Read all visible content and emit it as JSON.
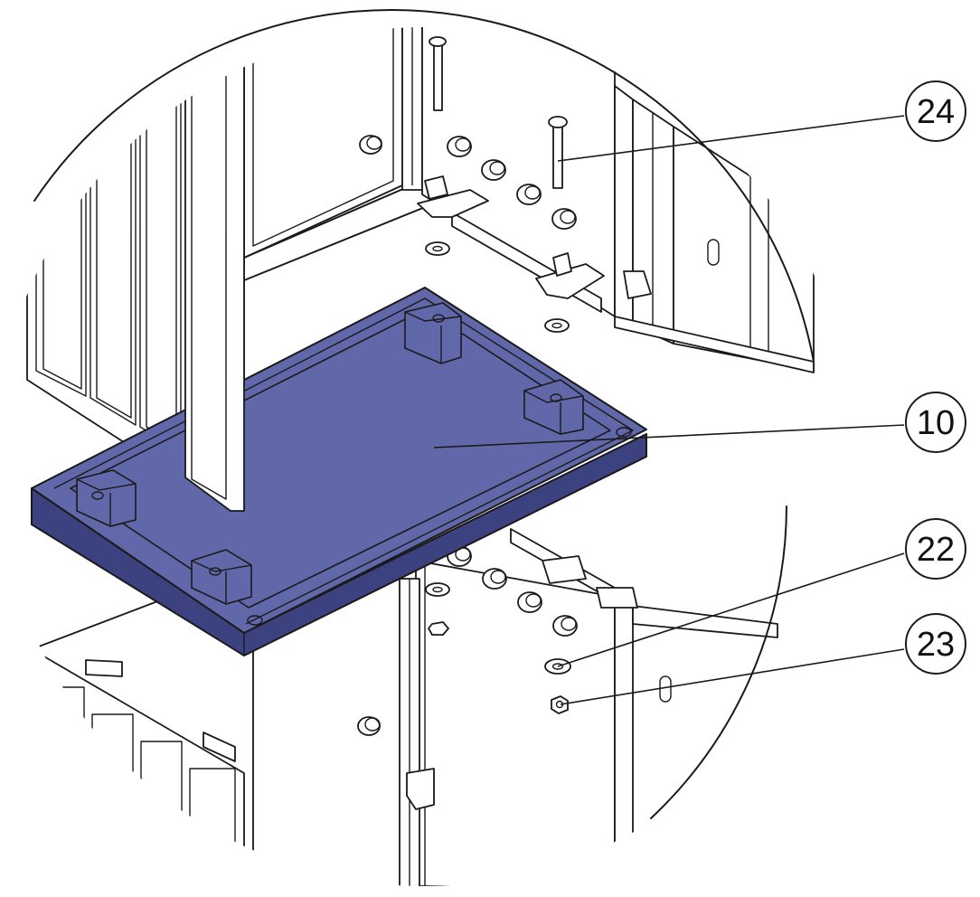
{
  "diagram": {
    "highlight_color": "#6168aa",
    "highlight_dark": "#3c4280",
    "line_color": "#1a1a1a",
    "callouts": [
      {
        "id": "24",
        "label": "24"
      },
      {
        "id": "10",
        "label": "10"
      },
      {
        "id": "22",
        "label": "22"
      },
      {
        "id": "23",
        "label": "23"
      }
    ]
  }
}
